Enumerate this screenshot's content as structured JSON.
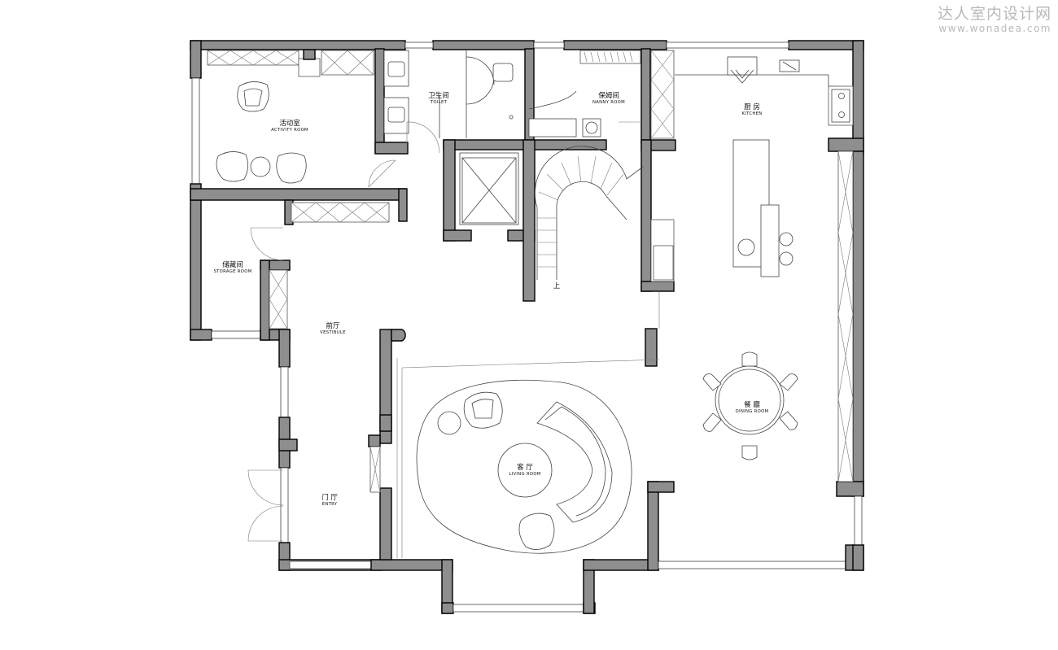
{
  "watermark": {
    "title": "达人室内设计网",
    "url": "www.wonadea.com"
  },
  "rooms": {
    "activity": {
      "cn": "活动室",
      "en": "ACTIVITY ROOM"
    },
    "toilet": {
      "cn": "卫生间",
      "en": "TOILET"
    },
    "nanny": {
      "cn": "保姆间",
      "en": "NANNY ROOM"
    },
    "kitchen": {
      "cn": "厨 房",
      "en": "KITCHEN"
    },
    "storage": {
      "cn": "储藏间",
      "en": "STORAGE ROOM"
    },
    "vestibule": {
      "cn": "前厅",
      "en": "VESTIBULE"
    },
    "dining": {
      "cn": "餐 廳",
      "en": "DINING ROOM"
    },
    "living": {
      "cn": "客 厅",
      "en": "LIVING ROOM"
    },
    "entry": {
      "cn": "门 厅",
      "en": "ENTRY"
    }
  },
  "stair_label": "上",
  "colors": {
    "wall_fill": "#8e8e8e",
    "line": "#000000",
    "watermark": "#b9b9b9"
  }
}
